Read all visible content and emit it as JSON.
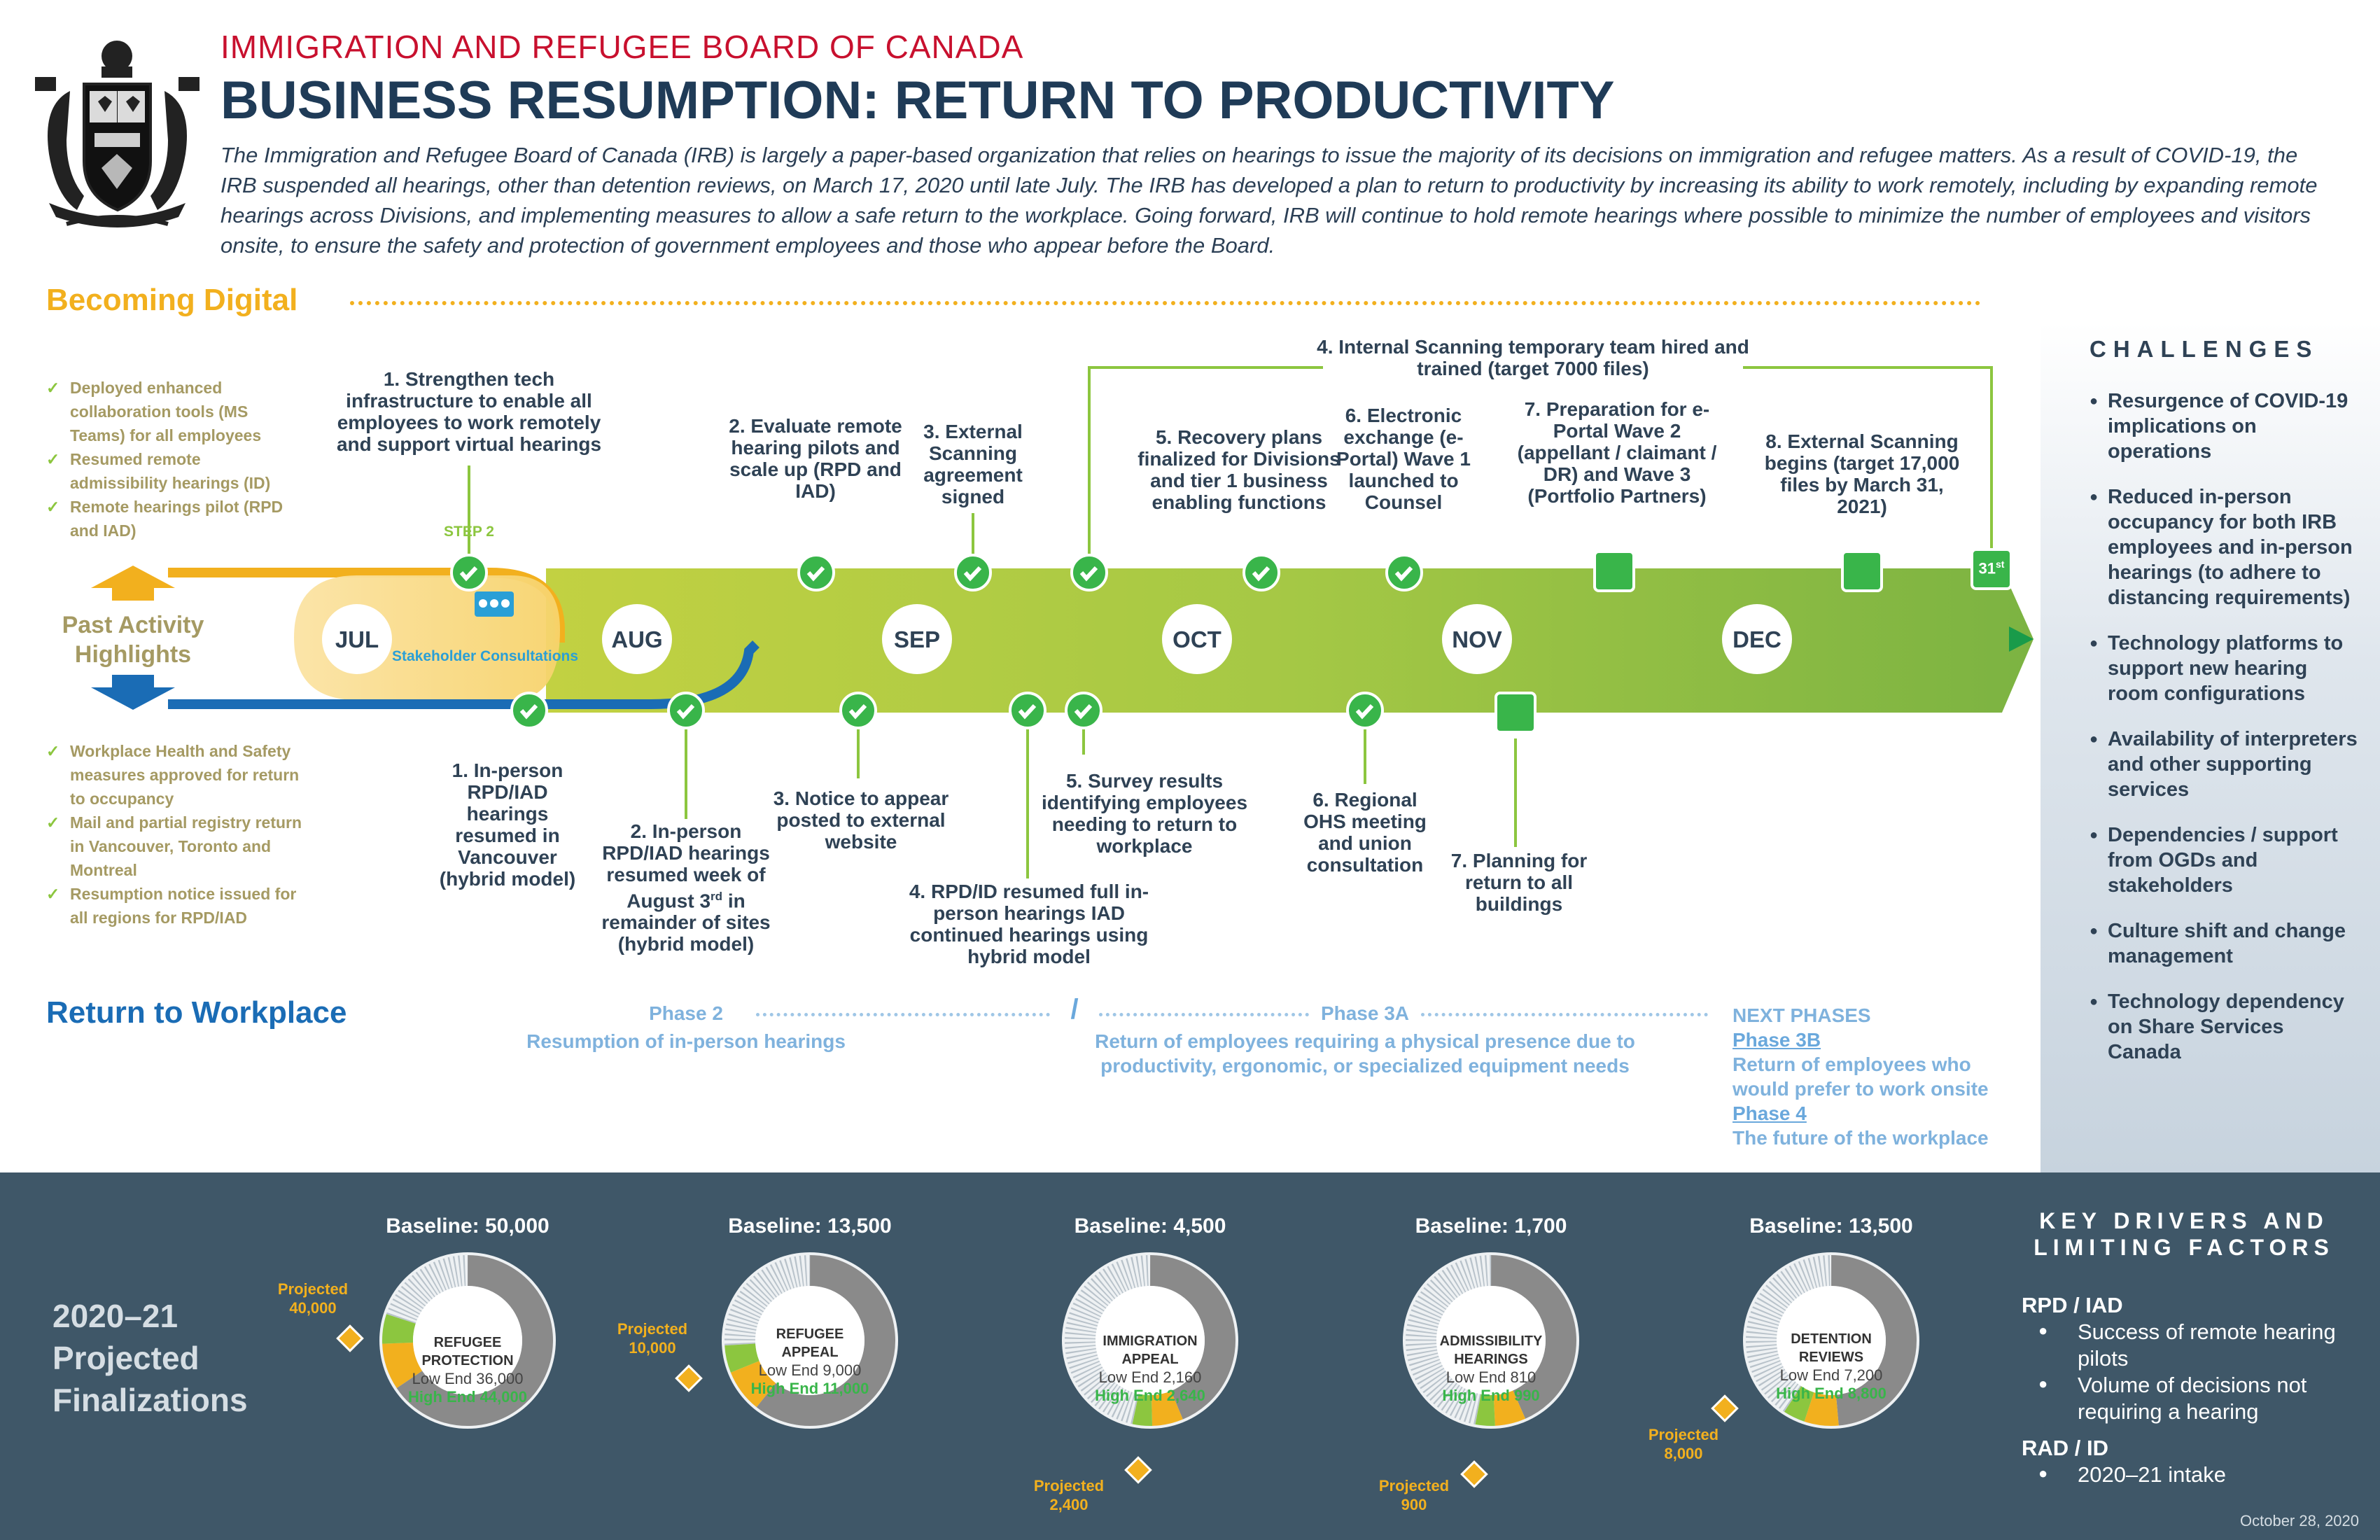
{
  "header": {
    "org": "IMMIGRATION AND REFUGEE BOARD OF CANADA",
    "title": "BUSINESS RESUMPTION: RETURN TO PRODUCTIVITY",
    "intro": "The Immigration and Refugee Board of Canada (IRB) is largely a paper-based organization that relies on hearings to issue the majority of its decisions on immigration and refugee matters. As a result of COVID-19, the IRB suspended all hearings, other than detention reviews, on March 17, 2020 until late July. The IRB has developed a plan to return to productivity by increasing its ability to work remotely, including by expanding remote hearings across Divisions, and implementing measures to allow a safe return to the workplace. Going forward, IRB will continue to hold remote hearings where possible to minimize the number of employees and visitors onsite, to ensure the safety and protection of government employees and those who appear before the Board."
  },
  "sections": {
    "digital": "Becoming Digital",
    "workplace": "Return to Workplace"
  },
  "past": {
    "label": "Past Activity Highlights",
    "top": [
      "Deployed enhanced collaboration tools (MS Teams) for all employees",
      "Resumed remote admissibility hearings (ID)",
      "Remote hearings pilot (RPD and IAD)"
    ],
    "bottom": [
      "Workplace Health and Safety measures approved for return to occupancy",
      "Mail and partial registry return in Vancouver, Toronto and Montreal",
      "Resumption notice issued for all regions for RPD/IAD"
    ]
  },
  "timeline": {
    "months": [
      "JUL",
      "AUG",
      "SEP",
      "OCT",
      "NOV",
      "DEC"
    ],
    "step_label": "STEP 2",
    "stakeholder": "Stakeholder Consultations",
    "end_day": "31",
    "end_sup": "st",
    "digital_events": {
      "e1": "1. Strengthen tech infrastructure to enable all employees to work remotely and support virtual hearings",
      "e2": "2. Evaluate remote hearing pilots and scale up (RPD and IAD)",
      "e3": "3. External Scanning agreement signed",
      "e4": "4. Internal Scanning temporary team hired and trained (target 7000 files)",
      "e5": "5. Recovery plans finalized for Divisions and tier 1 business enabling functions",
      "e6": "6. Electronic exchange (e-Portal) Wave 1 launched to Counsel",
      "e7": "7. Preparation for e-Portal Wave 2 (appellant / claimant / DR) and Wave 3 (Portfolio Partners)",
      "e8": "8. External Scanning begins (target 17,000 files by March 31, 2021)"
    },
    "workplace_events": {
      "w1": "1. In-person RPD/IAD hearings resumed in Vancouver (hybrid model)",
      "w2a": "2. In-person RPD/IAD hearings resumed week of August 3",
      "w2sup": "rd",
      "w2b": " in remainder of sites (hybrid model)",
      "w3": "3. Notice to appear posted to external website",
      "w4": "4. RPD/ID resumed full in-person hearings IAD continued hearings using hybrid model",
      "w5": "5. Survey results identifying employees needing to return to workplace",
      "w6": "6. Regional OHS meeting and union consultation",
      "w7": "7. Planning for return to all buildings"
    }
  },
  "phases": {
    "p2_title": "Phase 2",
    "p2_desc": "Resumption of in-person hearings",
    "divider": "/",
    "p3a_title": "Phase 3A",
    "p3a_desc": "Return of employees requiring a physical presence due to productivity, ergonomic, or specialized equipment needs",
    "next_title": "NEXT PHASES",
    "p3b_title": "Phase 3B",
    "p3b_desc": "Return of employees who would prefer to work onsite",
    "p4_title": "Phase 4",
    "p4_desc": "The future of the workplace"
  },
  "challenges": {
    "title": "CHALLENGES",
    "items": [
      "Resurgence of COVID-19 implications on operations",
      "Reduced in-person occupancy for both IRB employees and in-person hearings (to adhere to distancing requirements)",
      "Technology platforms to support new hearing room configurations",
      "Availability of interpreters and other supporting services",
      "Dependencies / support from OGDs and stakeholders",
      "Culture shift and change management",
      "Technology dependency on Share Services Canada"
    ]
  },
  "finalizations": {
    "title_l1": "2020–21",
    "title_l2": "Projected",
    "title_l3": "Finalizations",
    "donuts": [
      {
        "baseline": "Baseline: 50,000",
        "name1": "REFUGEE",
        "name2": "PROTECTION",
        "low": "Low End 36,000",
        "high": "High End 44,000",
        "proj_l1": "Projected",
        "proj_l2": "40,000",
        "baseline_value": 50000,
        "projected_value": 40000
      },
      {
        "baseline": "Baseline: 13,500",
        "name1": "REFUGEE",
        "name2": "APPEAL",
        "low": "Low End 9,000",
        "high": "High End 11,000",
        "proj_l1": "Projected",
        "proj_l2": "10,000",
        "baseline_value": 13500,
        "projected_value": 10000
      },
      {
        "baseline": "Baseline: 4,500",
        "name1": "IMMIGRATION",
        "name2": "APPEAL",
        "low": "Low End 2,160",
        "high": "High End 2,640",
        "proj_l1": "Projected",
        "proj_l2": "2,400",
        "baseline_value": 4500,
        "projected_value": 2400
      },
      {
        "baseline": "Baseline: 1,700",
        "name1": "ADMISSIBILITY",
        "name2": "HEARINGS",
        "low": "Low End 810",
        "high": "High End 990",
        "proj_l1": "Projected",
        "proj_l2": "900",
        "baseline_value": 1700,
        "projected_value": 900
      },
      {
        "baseline": "Baseline: 13,500",
        "name1": "DETENTION",
        "name2": "REVIEWS",
        "low": "Low End 7,200",
        "high": "High End 8,800",
        "proj_l1": "Projected",
        "proj_l2": "8,000",
        "baseline_value": 13500,
        "projected_value": 8000
      }
    ]
  },
  "key_drivers": {
    "title_l1": "KEY DRIVERS AND",
    "title_l2": "LIMITING FACTORS",
    "rpd_head": "RPD / IAD",
    "rpd_items": [
      "Success of remote hearing pilots",
      "Volume of decisions not requiring a hearing"
    ],
    "rad_head": "RAD / ID",
    "rad_items": [
      "2020–21 intake"
    ]
  },
  "date": "October 28, 2020",
  "colors": {
    "yellow": "#f2b01e",
    "green": "#8cc63f",
    "blue": "#1a6cb5",
    "navy": "#1f3b57",
    "red": "#c8102e",
    "slate": "#3f5768"
  }
}
